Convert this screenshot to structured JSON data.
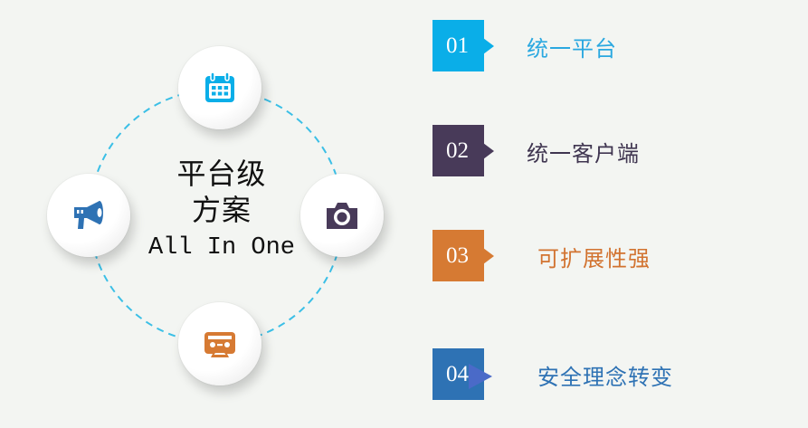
{
  "colors": {
    "background": "#f3f5f2",
    "dash_ring": "#3bbfe6",
    "item_1": "#0aaee8",
    "item_2": "#483a59",
    "item_3": "#d67a33",
    "item_4": "#2e72b4",
    "item_4_arrow": "#4a6ac8"
  },
  "center": {
    "line1": "平台级",
    "line2": "方案",
    "line3": "All In One"
  },
  "nodes": [
    {
      "position": "top",
      "icon": "calendar-icon",
      "color": "#0aaee8"
    },
    {
      "position": "left",
      "icon": "megaphone-icon",
      "color": "#2e72b4"
    },
    {
      "position": "right",
      "icon": "camera-icon",
      "color": "#483a59"
    },
    {
      "position": "bottom",
      "icon": "cassette-icon",
      "color": "#d67a33"
    }
  ],
  "items": [
    {
      "number": "01",
      "label": "统一平台",
      "color": "#0aaee8"
    },
    {
      "number": "02",
      "label": "统一客户端",
      "color": "#483a59"
    },
    {
      "number": "03",
      "label": "可扩展性强",
      "color": "#d67a33"
    },
    {
      "number": "04",
      "label": "安全理念转变",
      "color": "#2e72b4"
    }
  ]
}
